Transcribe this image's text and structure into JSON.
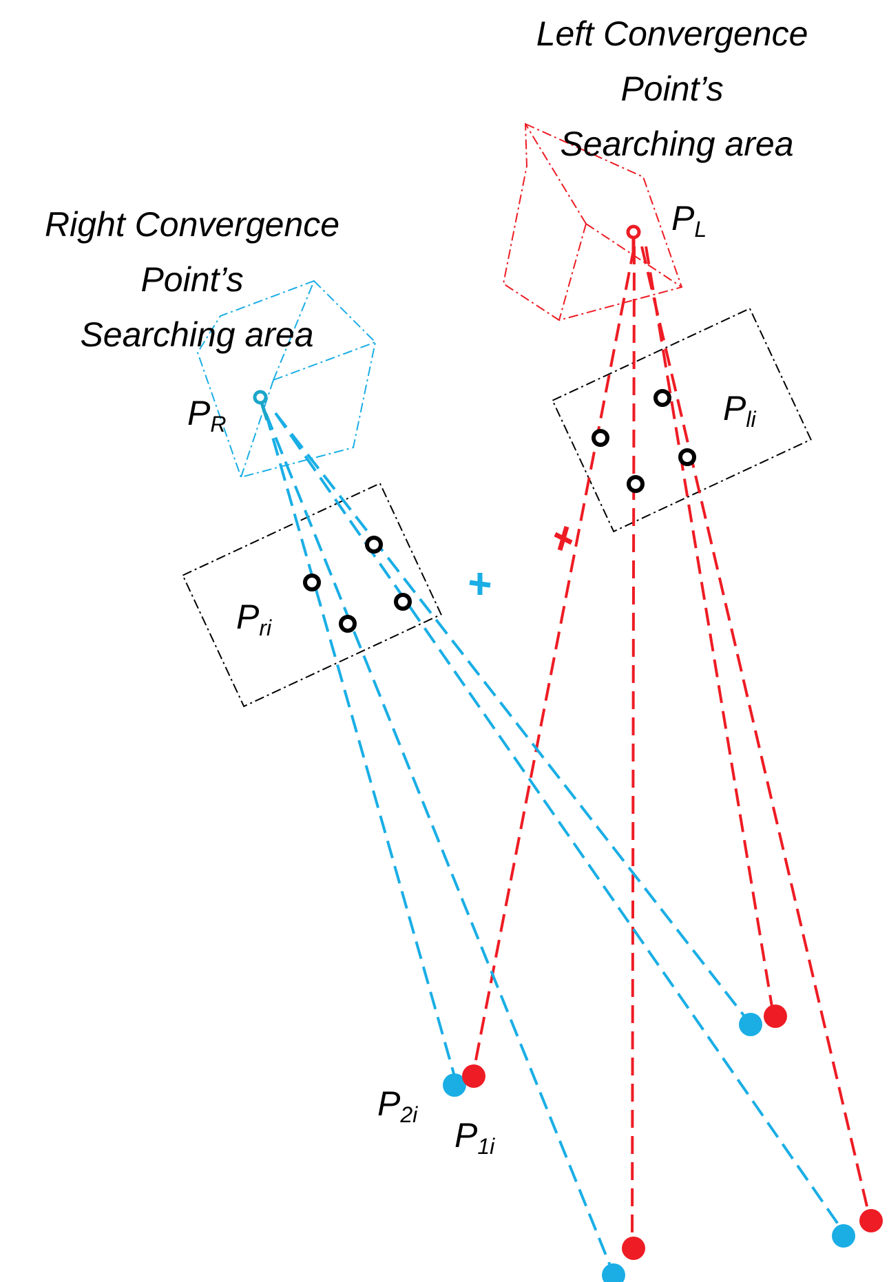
{
  "labels": {
    "left_area": [
      "Left Convergence",
      "Point’s",
      "Searching area"
    ],
    "right_area": [
      "Right Convergence",
      "Point’s",
      "Searching area"
    ],
    "p_l": {
      "base": "P",
      "sub": "L"
    },
    "p_r": {
      "base": "P",
      "sub": "R"
    },
    "p_li": {
      "base": "P",
      "sub": "li"
    },
    "p_ri": {
      "base": "P",
      "sub": "ri"
    },
    "p_2i": {
      "base": "P",
      "sub": "2i"
    },
    "p_1i": {
      "base": "P",
      "sub": "1i"
    }
  },
  "colors": {
    "left": "#ee1c24",
    "right": "#1aaee5",
    "right_marker": "#1ba6c9",
    "marker": "#000000"
  }
}
